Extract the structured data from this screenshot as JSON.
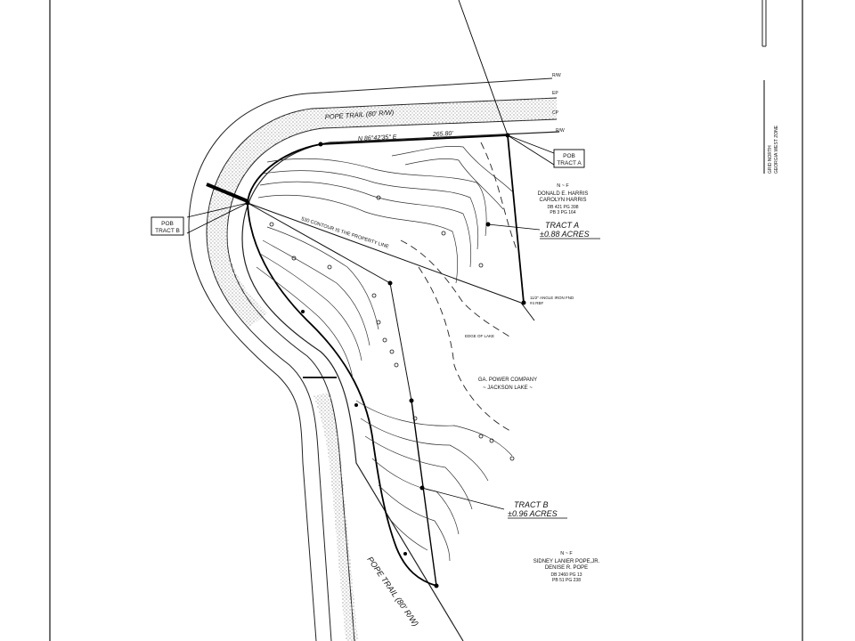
{
  "document": {
    "road_label_top": "POPE TRAIL (80' R/W)",
    "road_label_bottom": "POPE TRAIL (80' R/W)",
    "north_label": [
      "GRID NORTH",
      "GEORGIA WEST ZONE"
    ],
    "bearing_top": "N 86°42'35\" E",
    "distance_top": "265.80'",
    "pob_a": [
      "POB",
      "TRACT A"
    ],
    "pob_b": [
      "POB",
      "TRACT B"
    ],
    "owner_north": [
      "N ~ F",
      "DONALD E. HARRIS",
      "CAROLYN HARRIS",
      "DB 421 PG 398",
      "PB 3 PG 164"
    ],
    "tract_a": [
      "TRACT A",
      "±0.88 ACRES"
    ],
    "tract_b": [
      "TRACT B",
      "±0.96 ACRES"
    ],
    "contour_note": "530 CONTOUR IS THE PROPERTY LINE",
    "edge_of_lake": "EDGE OF LAKE",
    "lake_owner": [
      "GA. POWER COMPANY",
      "~ JACKSON LAKE ~"
    ],
    "angle_iron": "11/2\" ANGLE IRON FND",
    "pin_label": "#4 RBF",
    "owner_south": [
      "N ~ F",
      "SIDNEY LANIER POPE,JR.",
      "DENISE R. POPE",
      "DB 2460 PG 13",
      "PB 51 PG 238"
    ],
    "rw_label": "R/W",
    "ep_label": "EP",
    "cp_label": "CP"
  }
}
